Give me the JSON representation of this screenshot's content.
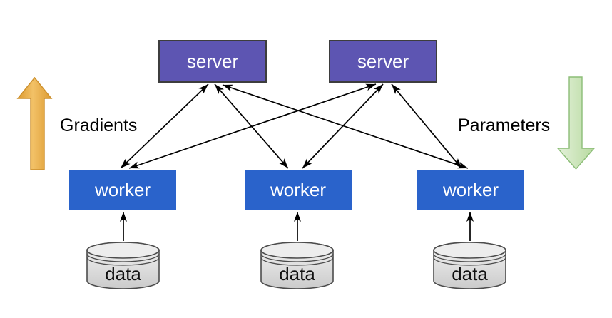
{
  "diagram": {
    "title": "parameter-server-architecture",
    "servers": [
      {
        "label": "server"
      },
      {
        "label": "server"
      }
    ],
    "workers": [
      {
        "label": "worker"
      },
      {
        "label": "worker"
      },
      {
        "label": "worker"
      }
    ],
    "datastores": [
      {
        "label": "data"
      },
      {
        "label": "data"
      },
      {
        "label": "data"
      }
    ],
    "annotations": {
      "left": {
        "label": "Gradients",
        "direction": "up"
      },
      "right": {
        "label": "Parameters",
        "direction": "down"
      }
    },
    "edges": {
      "server_worker": "bidirectional",
      "data_worker": "up"
    },
    "colors": {
      "server_fill": "#5d55b2",
      "server_border": "#3d3d3d",
      "worker_fill": "#2a63cb",
      "node_text": "#ffffff",
      "data_border": "#4c4c4c",
      "edge": "#000000",
      "gradients_arrow": "#e9ab42",
      "parameters_arrow": "#cbe5ba",
      "background": "#ffffff"
    }
  }
}
